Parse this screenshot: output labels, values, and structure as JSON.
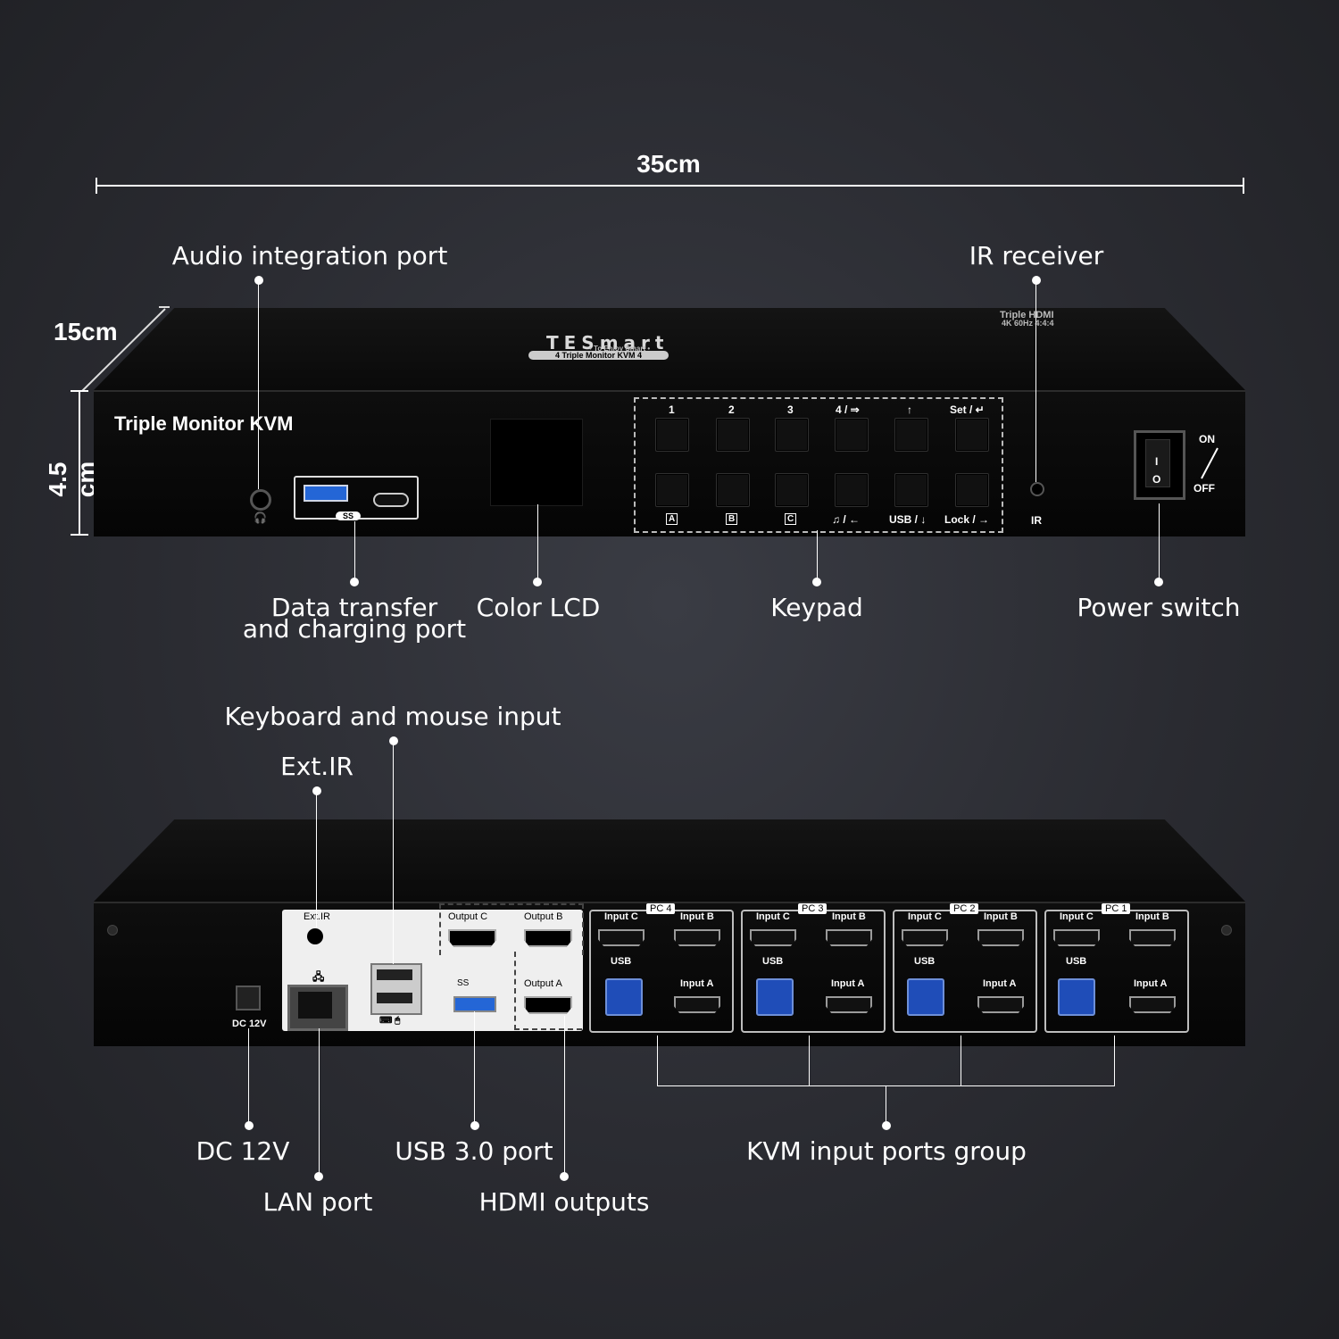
{
  "dimensions": {
    "width": "35cm",
    "depth": "15cm",
    "height": "4.5 cm"
  },
  "front": {
    "brand": "TESmart",
    "brand_sub": "• To Enjoy Smart •",
    "brand_badge": "4 Triple Monitor KVM 4",
    "top_right_label": "Triple HDMI",
    "top_right_sub": "4K 60Hz 4:4:4",
    "panel_title": "Triple  Monitor  KVM",
    "usb_label": "SS",
    "keypad_top": [
      "1",
      "2",
      "3",
      "4 / ⇒",
      "↑",
      "Set / ↵"
    ],
    "keypad_bottom": [
      "A",
      "B",
      "C",
      "♫ / ←",
      "USB / ↓",
      "Lock / →"
    ],
    "ir_label": "IR",
    "switch_on": "ON",
    "switch_off": "OFF"
  },
  "front_callouts": {
    "audio": "Audio integration port",
    "ir": "IR receiver",
    "data_line1": "Data transfer",
    "data_line2": "and charging port",
    "lcd": "Color LCD",
    "keypad": "Keypad",
    "power": "Power switch"
  },
  "back": {
    "ext_ir": "Ext.IR",
    "output_c": "Output C",
    "output_b": "Output B",
    "output_a": "Output A",
    "usb3_label": "SS",
    "dc": "DC 12V",
    "groups": [
      {
        "tag": "PC 4",
        "input_c": "Input C",
        "input_b": "Input B",
        "usb": "USB",
        "input_a": "Input A"
      },
      {
        "tag": "PC 3",
        "input_c": "Input C",
        "input_b": "Input B",
        "usb": "USB",
        "input_a": "Input A"
      },
      {
        "tag": "PC 2",
        "input_c": "Input C",
        "input_b": "Input B",
        "usb": "USB",
        "input_a": "Input A"
      },
      {
        "tag": "PC 1",
        "input_c": "Input C",
        "input_b": "Input B",
        "usb": "USB",
        "input_a": "Input A"
      }
    ]
  },
  "back_callouts": {
    "keyboard_mouse": "Keyboard and mouse input",
    "ext_ir": "Ext.IR",
    "dc": "DC 12V",
    "lan": "LAN port",
    "usb3": "USB 3.0 port",
    "hdmi_out": "HDMI outputs",
    "kvm_group": "KVM input ports group"
  }
}
